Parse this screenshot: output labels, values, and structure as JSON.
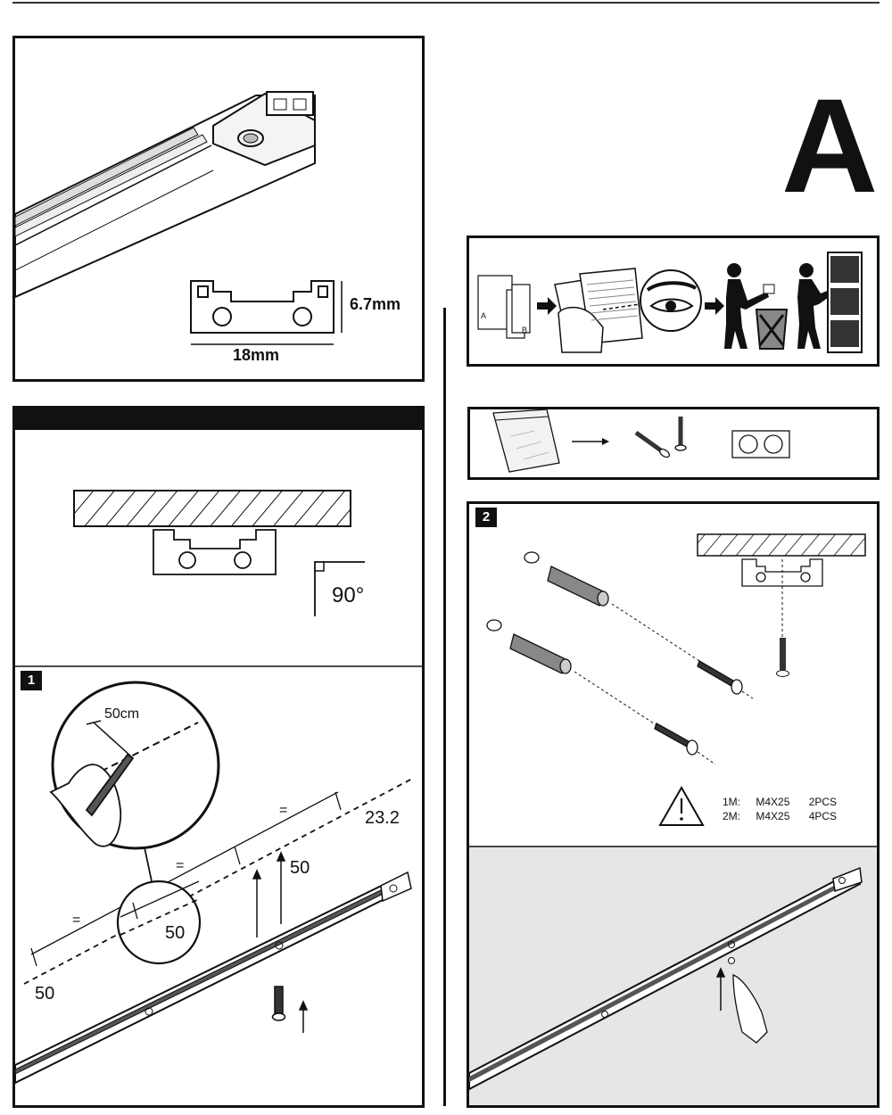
{
  "header": {
    "section_letter": "A"
  },
  "profile": {
    "height_label": "6.7mm",
    "width_label": "18mm"
  },
  "mounting": {
    "angle_label": "90°"
  },
  "step1": {
    "number": "1",
    "zoom_spacing_label": "50cm",
    "end_dim_right": "23.2",
    "spacing_mid": "50",
    "end_dim_left": "50",
    "zoom_dim": "50",
    "equal_sign": "="
  },
  "instructions": {
    "doc_labels": [
      "A",
      "B"
    ]
  },
  "step2": {
    "number": "2",
    "hardware": [
      {
        "length": "1M:",
        "spec": "M4X25",
        "qty": "2PCS"
      },
      {
        "length": "2M:",
        "spec": "M4X25",
        "qty": "4PCS"
      }
    ]
  }
}
